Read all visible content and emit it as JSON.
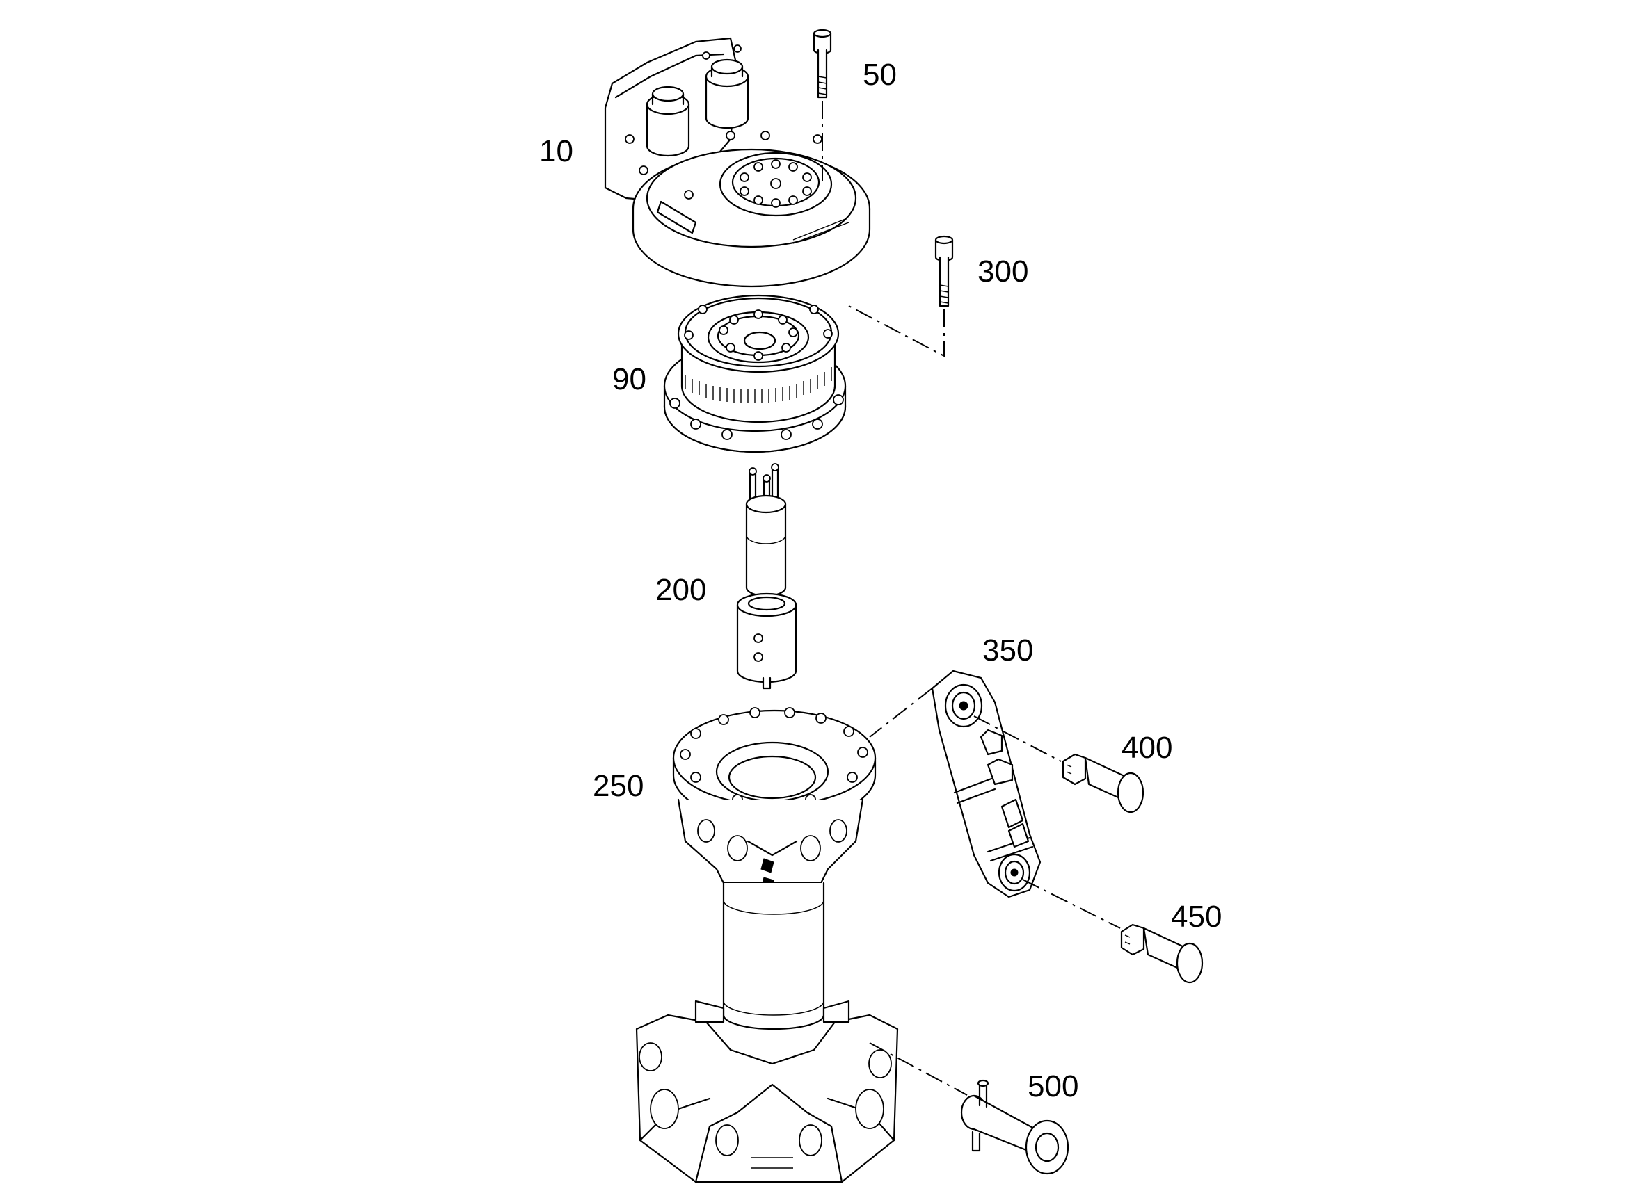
{
  "diagram": {
    "parts": [
      {
        "id": "10",
        "label": "10",
        "icon": "slewing-housing-with-motors-icon"
      },
      {
        "id": "50",
        "label": "50",
        "icon": "socket-head-screw-icon"
      },
      {
        "id": "90",
        "label": "90",
        "icon": "slewing-ring-gear-icon"
      },
      {
        "id": "200",
        "label": "200",
        "icon": "shaft-icon"
      },
      {
        "id": "250",
        "label": "250",
        "icon": "column-base-icon"
      },
      {
        "id": "300",
        "label": "300",
        "icon": "socket-head-screw-icon"
      },
      {
        "id": "350",
        "label": "350",
        "icon": "hydraulic-cylinder-icon"
      },
      {
        "id": "400",
        "label": "400",
        "icon": "pin-icon"
      },
      {
        "id": "450",
        "label": "450",
        "icon": "pin-icon"
      },
      {
        "id": "500",
        "label": "500",
        "icon": "pin-with-bolt-icon"
      }
    ],
    "colors": {
      "line": "#000000",
      "background": "#ffffff"
    }
  }
}
